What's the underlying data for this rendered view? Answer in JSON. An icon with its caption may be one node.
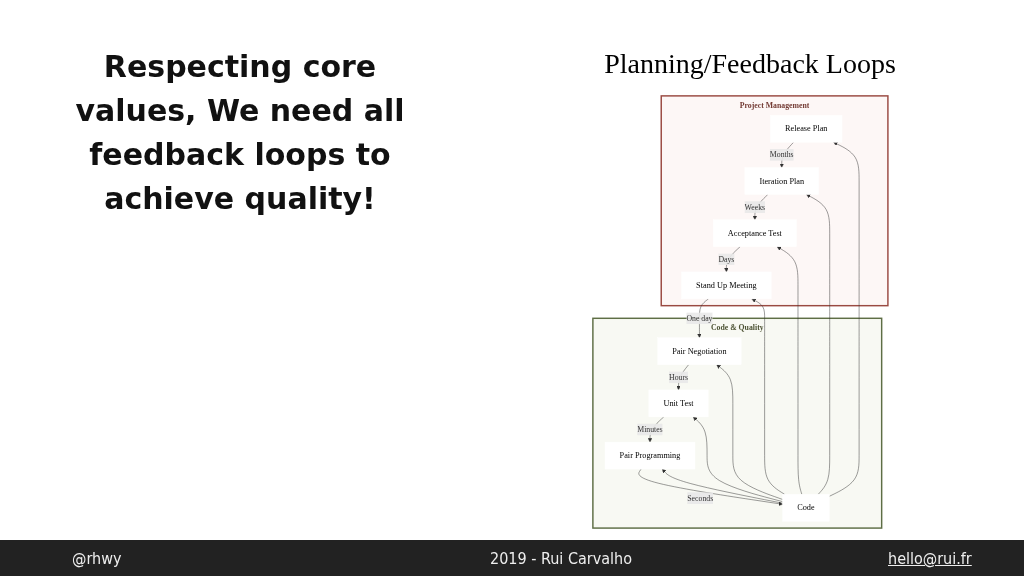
{
  "diagram": {
    "title": "Respecting core values, We need all feedback loops to achieve quality!",
    "nodes": [
      {
        "text": [
          "Project Management"
        ]
      },
      {
        "text": [
          "Release Plan"
        ],
        "in": 0
      },
      {
        "text": [
          "Iteration Plan"
        ],
        "in": 0
      },
      {
        "text": [
          "Acceptance Test"
        ],
        "in": 0
      },
      {
        "text": [
          "Stand Up Meeting"
        ],
        "in": 0
      },
      {
        "text": [
          "Code & Quality"
        ]
      },
      {
        "text": [
          "Pair Negotiation"
        ],
        "in": 5
      },
      {
        "text": [
          "Unit Test"
        ],
        "in": 5
      },
      {
        "text": [
          "Pair Programming"
        ],
        "in": 5
      },
      {
        "text": [
          "Code"
        ],
        "in": 5
      }
    ],
    "edges": [
      {
        "from": 1,
        "to": 2,
        "arrow": "to",
        "label": "Months"
      },
      {
        "from": 2,
        "to": 3,
        "arrow": "to",
        "label": "Weeks"
      },
      {
        "from": 3,
        "to": 4,
        "arrow": "to",
        "label": "Days"
      },
      {
        "from": 4,
        "to": 6,
        "arrow": "to",
        "label": "One day"
      },
      {
        "from": 6,
        "to": 7,
        "arrow": "to",
        "label": "Hours"
      },
      {
        "from": 7,
        "to": 8,
        "arrow": "to",
        "label": "Minutes"
      },
      {
        "from": 8,
        "to": 9,
        "arrow": "to",
        "label": "Seconds"
      },
      {
        "from": 9,
        "to": 1,
        "arrow": "to"
      },
      {
        "from": 9,
        "to": 2,
        "arrow": "to"
      },
      {
        "from": 9,
        "to": 3,
        "arrow": "to"
      },
      {
        "from": 9,
        "to": 4,
        "arrow": "to"
      },
      {
        "from": 9,
        "to": 6,
        "arrow": "to"
      },
      {
        "from": 9,
        "to": 7,
        "arrow": "to"
      },
      {
        "from": 9,
        "to": 8,
        "arrow": "to"
      }
    ],
    "labels": [
      "Planning/Feedback Loops",
      "@rhwy",
      "2019 - Rui Carvalho",
      "hello@rui.fr"
    ]
  }
}
